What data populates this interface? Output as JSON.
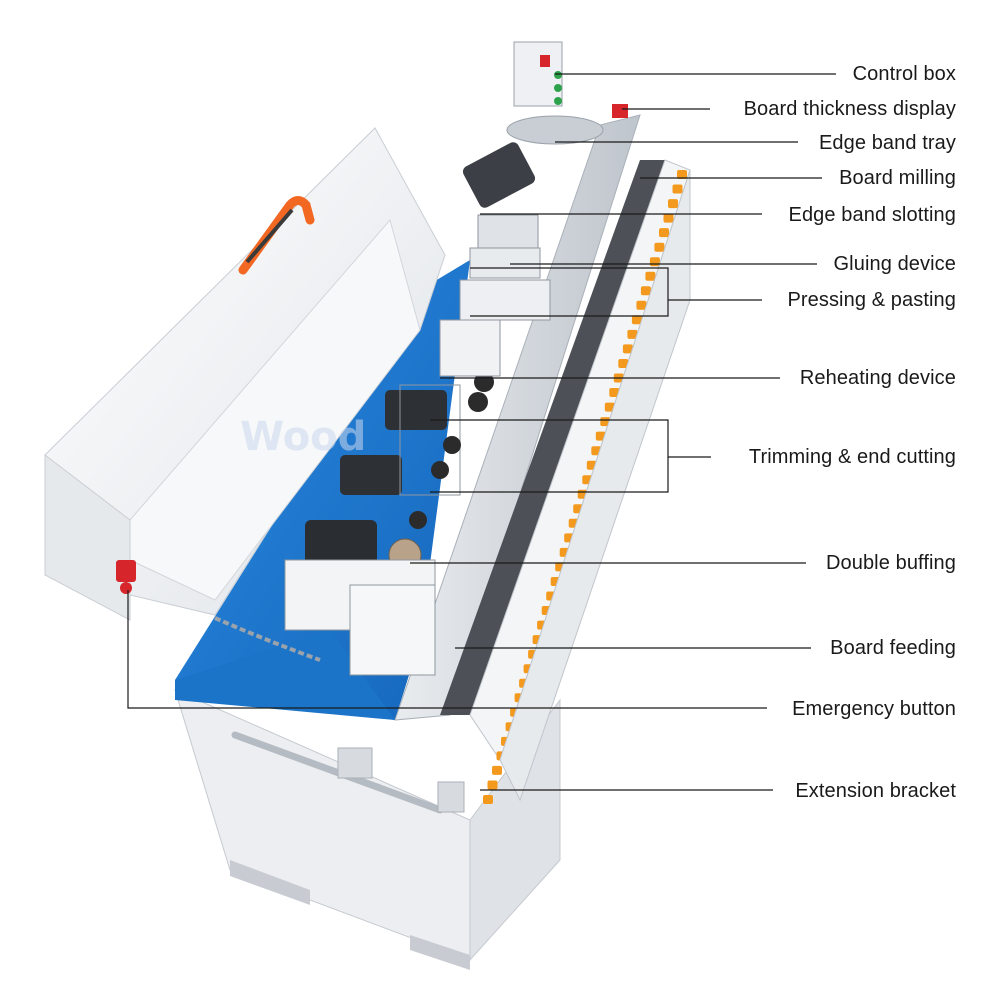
{
  "watermark": "Wood",
  "colors": {
    "machine_body": "#f2f3f5",
    "conveyor_blue": "#1e7ed6",
    "track_orange": "#f39a1e",
    "handle_orange": "#f26722",
    "leader_line": "#1a1a1a",
    "emergency_red": "#d6262b"
  },
  "callouts": [
    {
      "id": "control-box",
      "label": "Control box"
    },
    {
      "id": "board-thickness-display",
      "label": "Board thickness display"
    },
    {
      "id": "edge-band-tray",
      "label": "Edge band tray"
    },
    {
      "id": "board-milling",
      "label": "Board milling"
    },
    {
      "id": "edge-band-slotting",
      "label": "Edge band slotting"
    },
    {
      "id": "gluing-device",
      "label": "Gluing device"
    },
    {
      "id": "pressing-pasting",
      "label": "Pressing & pasting"
    },
    {
      "id": "reheating-device",
      "label": "Reheating device"
    },
    {
      "id": "trimming-end-cutting",
      "label": "Trimming & end cutting"
    },
    {
      "id": "double-buffing",
      "label": "Double buffing"
    },
    {
      "id": "board-feeding",
      "label": "Board feeding"
    },
    {
      "id": "emergency-button",
      "label": "Emergency button"
    },
    {
      "id": "extension-bracket",
      "label": "Extension bracket"
    }
  ]
}
